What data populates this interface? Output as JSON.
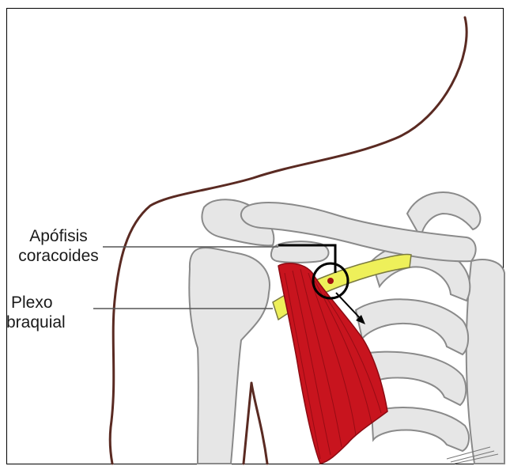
{
  "labels": {
    "coracoid_line1": "Apófisis",
    "coracoid_line2": "coracoides",
    "plexus_line1": "Plexo",
    "plexus_line2": "braquial"
  },
  "colors": {
    "bone_fill": "#e6e6e6",
    "bone_stroke": "#8a8a8a",
    "muscle": "#c8141e",
    "muscle_dark": "#8c0a12",
    "nerve": "#eef05a",
    "outline": "#5a2a22",
    "frame": "#000000"
  }
}
